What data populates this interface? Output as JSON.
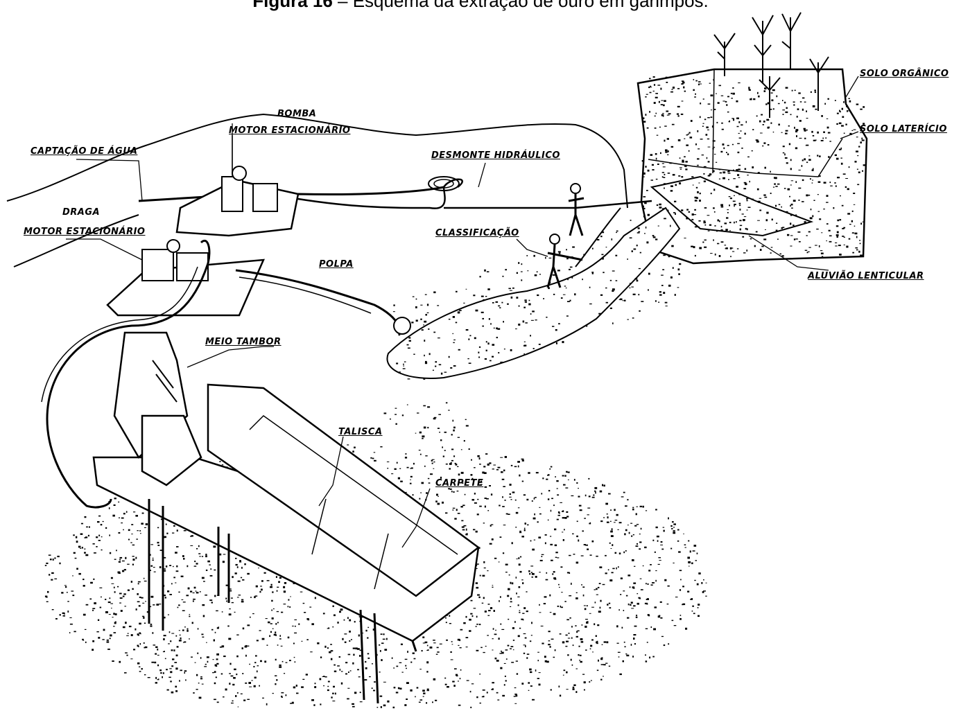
{
  "figure": {
    "caption_prefix": "Figura 16",
    "caption_text": " – Esquema da extração de ouro em garimpos."
  },
  "labels": {
    "captacao": "CAPTAÇÃO DE ÁGUA",
    "bomba": "BOMBA",
    "motor_estacionario_bomba": "MOTOR ESTACIONÁRIO",
    "draga": "DRAGA",
    "motor_estacionario_draga": "MOTOR ESTACIONÁRIO",
    "desmonte": "DESMONTE HIDRÁULICO",
    "classificacao": "CLASSIFICAÇÃO",
    "polpa": "POLPA",
    "meio_tambor": "MEIO TAMBOR",
    "talisca": "TALISCA",
    "carpete": "CARPETE",
    "solo_organico": "SOLO ORGÂNICO",
    "solo_laterico": "SOLO LATERÍCIO",
    "aluviao": "ALUVIÃO LENTICULAR"
  },
  "colors": {
    "ink": "#000000",
    "paper": "#ffffff"
  }
}
